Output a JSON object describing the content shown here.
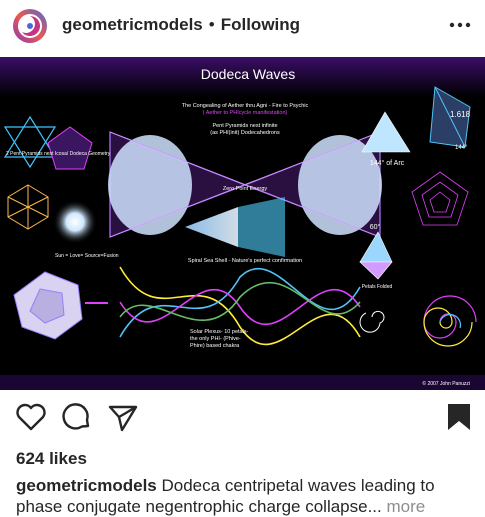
{
  "header": {
    "username": "geometricmodels",
    "separator": "•",
    "follow_status": "Following"
  },
  "post_image": {
    "title": "Dodeca Waves",
    "text_congealing": "The Congealing of Aether thru Agni - Fire to Psychic",
    "text_congealing_paren": "( Aether to PHIcycle manifestation)",
    "text_pent_pyramids": "Pent Pyramids nest infinite",
    "text_pent_pyramids_2": "(as PHI(init) Dodecahedrons",
    "text_zero_point": "Zero Point Energy",
    "text_left_pyramids": "2 Pent Pyramids nest Icosa/ Dodeca Geometry",
    "text_sun": "Sun = Love= Source=Fusion",
    "text_spiral": "Spiral Sea Shell - Nature's perfect confirmation",
    "text_solar_1": "Solar Plexus- 10 petals-",
    "text_solar_2": "the only PHI- (Phive-",
    "text_solar_3": "Phire) based chakra",
    "text_arc": "144° of Arc",
    "text_60": "60°",
    "text_petals": "Petals Folded",
    "text_phi": "1.618",
    "text_144": "144°",
    "text_copyright": "© 2007 John Panuzzi",
    "colors": {
      "background": "#000000",
      "band_top": "#2a0a4a",
      "accent_magenta": "#e040fb",
      "accent_cyan": "#40c4ff"
    }
  },
  "engagement": {
    "likes": "624 likes"
  },
  "caption": {
    "username": "geometricmodels",
    "text": "Dodeca centripetal waves leading to phase conjugate negentrophic charge collapse...",
    "more": "more"
  },
  "icons": [
    "avatar-gradient-icon",
    "more-options-icon",
    "heart-icon",
    "comment-icon",
    "share-icon",
    "bookmark-icon"
  ]
}
